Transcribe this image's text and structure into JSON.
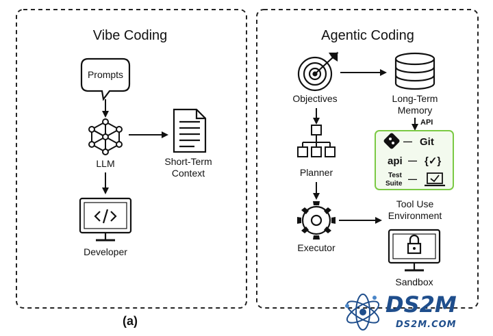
{
  "panels": {
    "vibe": {
      "title": "Vibe Coding",
      "prompts": "Prompts",
      "llm": "LLM",
      "context_line1": "Short-Term",
      "context_line2": "Context",
      "developer": "Developer"
    },
    "agentic": {
      "title": "Agentic Coding",
      "objectives": "Objectives",
      "memory_line1": "Long-Term",
      "memory_line2": "Memory",
      "api_tag": "API",
      "git_label": "Git",
      "api_word": "api",
      "test_line1": "Test",
      "test_line2": "Suite",
      "planner": "Planner",
      "tool_env_line1": "Tool Use",
      "tool_env_line2": "Environment",
      "executor": "Executor",
      "sandbox": "Sandbox"
    }
  },
  "caption": "(a)",
  "watermark": {
    "brand": "DS2M",
    "site": "DS2M.COM"
  },
  "colors": {
    "stroke": "#111111",
    "tool_box_border": "#7ac943",
    "tool_box_fill": "#f3faee",
    "watermark_blue": "#1f4e8c"
  }
}
